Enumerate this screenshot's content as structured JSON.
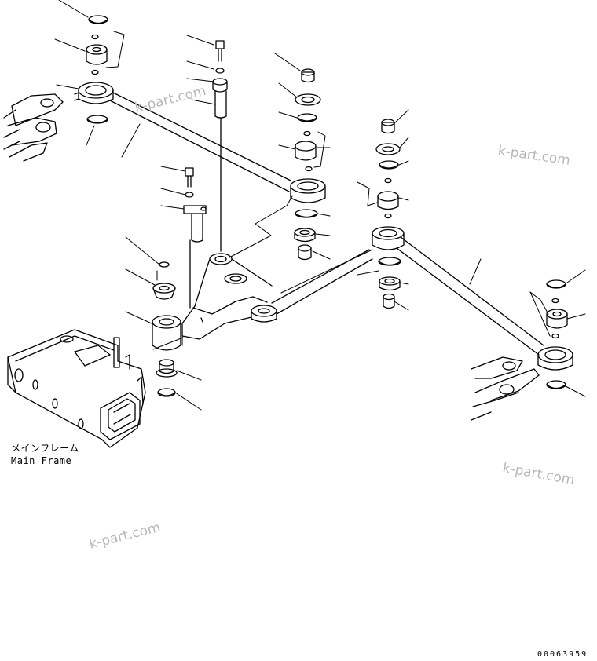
{
  "labels": {
    "main_frame_jp": "メインフレーム",
    "main_frame_en": "Main Frame"
  },
  "watermark": "k-part.com",
  "drawing_number": "00063959",
  "colors": {
    "line": "#000000",
    "watermark": "#b8b8b8",
    "background": "#ffffff"
  }
}
